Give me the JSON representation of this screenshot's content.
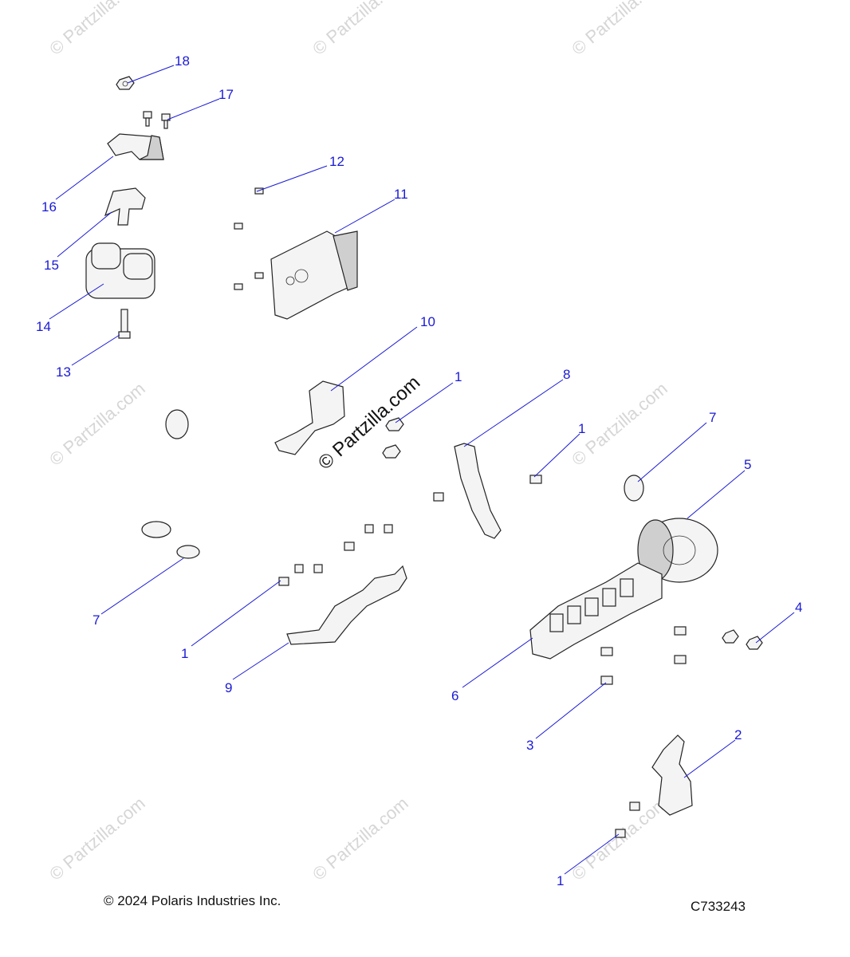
{
  "watermark": {
    "text": "© Partzilla.com"
  },
  "footer": {
    "copyright": "© 2024 Polaris Industries Inc.",
    "diagram_code": "C733243"
  },
  "callouts": [
    {
      "id": "18",
      "label": "18"
    },
    {
      "id": "17",
      "label": "17"
    },
    {
      "id": "16",
      "label": "16"
    },
    {
      "id": "15",
      "label": "15"
    },
    {
      "id": "14",
      "label": "14"
    },
    {
      "id": "13",
      "label": "13"
    },
    {
      "id": "12",
      "label": "12"
    },
    {
      "id": "11",
      "label": "11"
    },
    {
      "id": "10",
      "label": "10"
    },
    {
      "id": "1a",
      "label": "1"
    },
    {
      "id": "8",
      "label": "8"
    },
    {
      "id": "1b",
      "label": "1"
    },
    {
      "id": "7a",
      "label": "7"
    },
    {
      "id": "5",
      "label": "5"
    },
    {
      "id": "7b",
      "label": "7"
    },
    {
      "id": "1c",
      "label": "1"
    },
    {
      "id": "9",
      "label": "9"
    },
    {
      "id": "4",
      "label": "4"
    },
    {
      "id": "6",
      "label": "6"
    },
    {
      "id": "3",
      "label": "3"
    },
    {
      "id": "2",
      "label": "2"
    },
    {
      "id": "1d",
      "label": "1"
    }
  ]
}
